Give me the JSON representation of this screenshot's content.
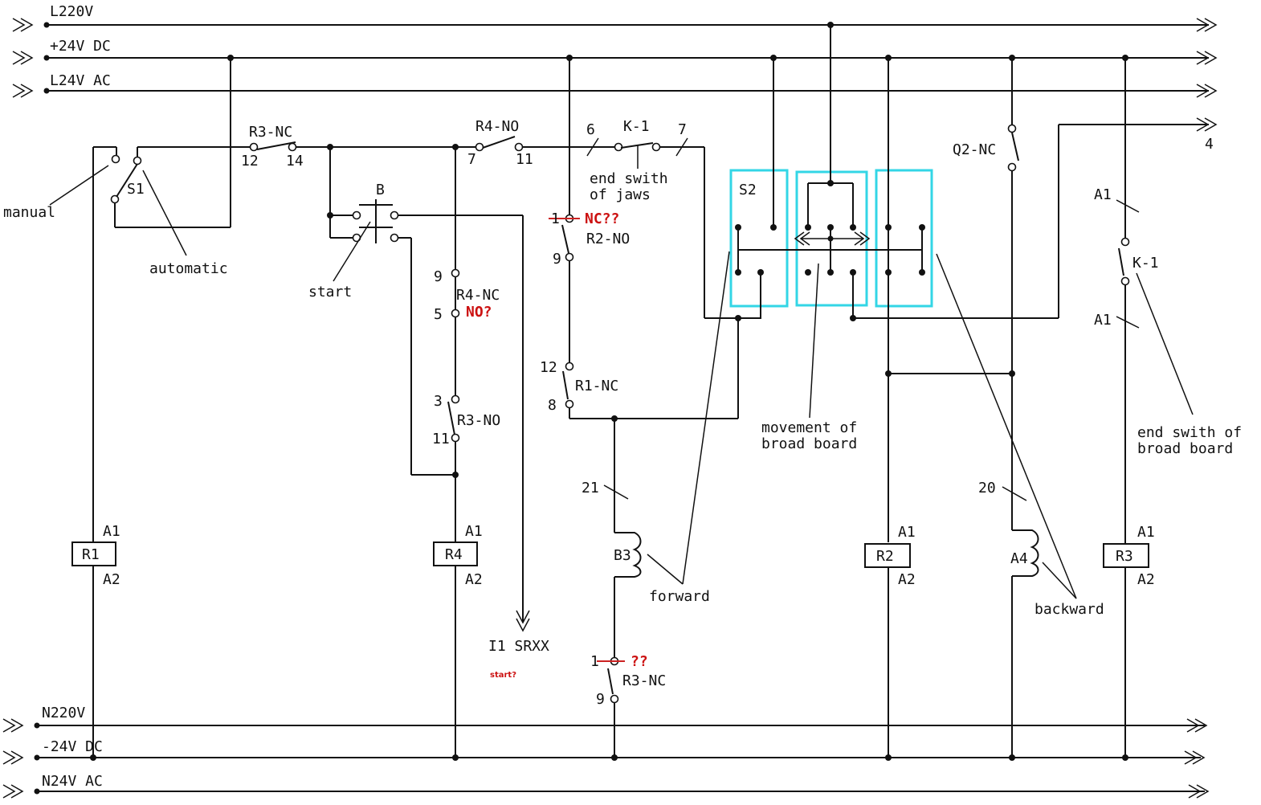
{
  "rails_top": {
    "l220v": "L220V",
    "p24vdc": "+24V DC",
    "l24vac": "L24V AC"
  },
  "rails_bottom": {
    "n220v": "N220V",
    "m24vdc": "-24V DC",
    "n24vac": "N24V AC"
  },
  "labels": {
    "manual": "manual",
    "automatic": "automatic",
    "s1": "S1",
    "start": "start",
    "b": "B",
    "r3nc_top": "R3-NC",
    "t12": "12",
    "t14": "14",
    "r4no": "R4-NO",
    "t7": "7",
    "t11": "11",
    "t6": "6",
    "k1_top": "K-1",
    "t7b": "7",
    "end_jaws_1": "end swith",
    "end_jaws_2": "of jaws",
    "t1_r2": "1",
    "nc_q": "NC??",
    "r2no": "R2-NO",
    "t9_r2": "9",
    "t9_r4": "9",
    "r4nc": "R4-NC",
    "t5": "5",
    "no_q": "NO?",
    "t3": "3",
    "r3no": "R3-NO",
    "t11b": "11",
    "t12b": "12",
    "r1nc": "R1-NC",
    "t8": "8",
    "t21": "21",
    "b3": "B3",
    "forward": "forward",
    "t1_r3": "1",
    "qq": "??",
    "r3nc_bot": "R3-NC",
    "t9_r3": "9",
    "i1": "I1 SRXX",
    "start_q": "start?",
    "s2": "S2",
    "move_1": "movement of",
    "move_2": "broad board",
    "q2nc": "Q2-NC",
    "t20": "20",
    "a4": "A4",
    "backward": "backward",
    "four": "4",
    "a1_k1a": "A1",
    "k1_right": "K-1",
    "a1_k1b": "A1",
    "end_bb_1": "end swith of",
    "end_bb_2": "broad board",
    "r1": "R1",
    "r4": "R4",
    "r2": "R2",
    "r3": "R3",
    "a1_r1": "A1",
    "a2_r1": "A2",
    "a1_r4": "A1",
    "a2_r4": "A2",
    "a1_r2": "A1",
    "a2_r2": "A2",
    "a1_r3": "A1",
    "a2_r3": "A2"
  }
}
